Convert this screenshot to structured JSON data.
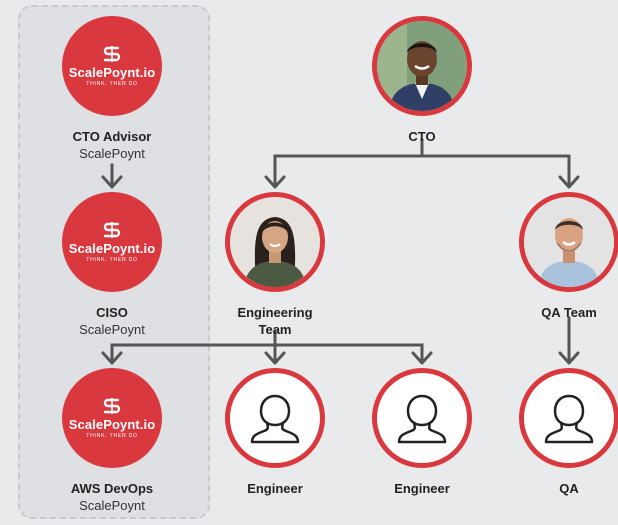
{
  "colors": {
    "brand_red": "#d9393e",
    "connector": "#555555",
    "background": "#e9eaec",
    "panel": "#dfe0e3"
  },
  "logo": {
    "brand": "ScalePoynt.io",
    "tagline": "THINK. THEN DO"
  },
  "nodes": {
    "cto_advisor": {
      "title": "CTO Advisor",
      "org": "ScalePoynt",
      "avatar": "scalepoynt-logo"
    },
    "ciso": {
      "title": "CISO",
      "org": "ScalePoynt",
      "avatar": "scalepoynt-logo"
    },
    "aws_devops": {
      "title": "AWS DevOps",
      "org": "ScalePoynt",
      "avatar": "scalepoynt-logo"
    },
    "cto": {
      "title": "CTO",
      "avatar": "person-photo"
    },
    "engineering_team": {
      "title": "Engineering Team",
      "avatar": "person-photo"
    },
    "qa_team": {
      "title": "QA Team",
      "avatar": "person-photo"
    },
    "engineer_1": {
      "title": "Engineer",
      "avatar": "person-outline-icon"
    },
    "engineer_2": {
      "title": "Engineer",
      "avatar": "person-outline-icon"
    },
    "qa": {
      "title": "QA",
      "avatar": "person-outline-icon"
    }
  }
}
